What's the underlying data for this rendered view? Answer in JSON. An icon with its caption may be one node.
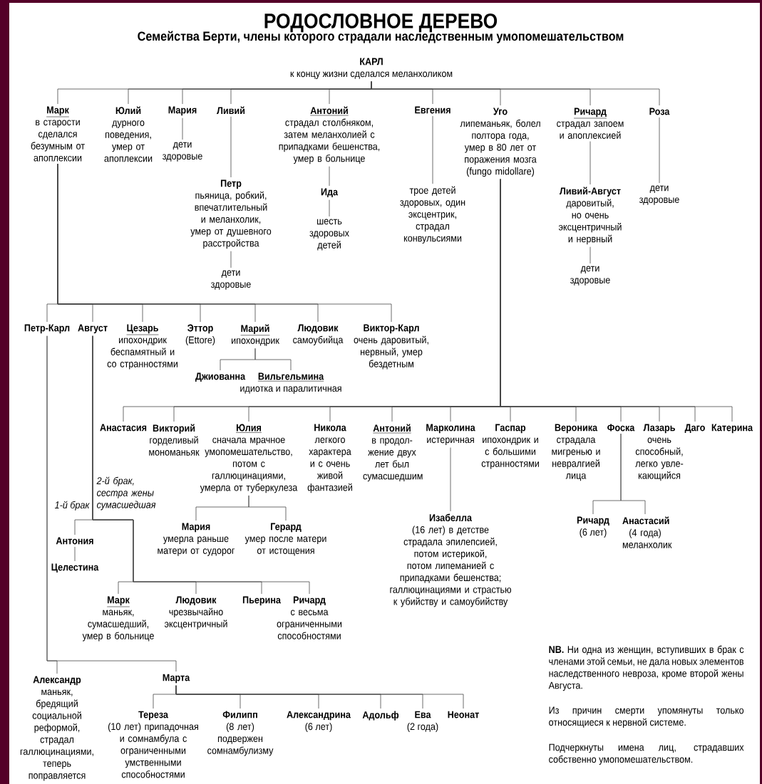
{
  "diagram": {
    "title": "РОДОСЛОВНОЕ ДЕРЕВО",
    "nodes": [
      {
        "text": [
          "КАРЛ",
          "к концу жизни сделался меланхоликом"
        ]
      },
      {
        "text": [
          "Марк",
          "в старости сделался безумным от апоплексии"
        ]
      },
      {
        "text": [
          "Юлий",
          "дурного поведения, умер от апоплексии"
        ]
      },
      {
        "text": [
          "Мария"
        ]
      },
      {
        "text": [
          "дети здоровые"
        ]
      },
      {
        "text": [
          "Ливий"
        ]
      },
      {
        "text": [
          "Петр",
          "пьяница, робкий, впечатлительный и меланхолик, умер от душевного расстройства"
        ]
      },
      {
        "text": [
          "дети здоровые"
        ]
      },
      {
        "text": [
          "Антоний",
          "страдал столбняком, затем меланхолией с припадками бешенства, умер в больнице"
        ]
      },
      {
        "text": [
          "Ида"
        ]
      },
      {
        "text": [
          "шесть здоровых детей"
        ]
      },
      {
        "text": [
          "Евгения"
        ]
      },
      {
        "text": [
          "трое детей здоровых, один эксцентрик, страдал конвульсиями"
        ]
      },
      {
        "text": [
          "Уго",
          "липеманьяк, болел полтора года, умер в 80 лет от поражения мозга (fungo midollare)"
        ]
      },
      {
        "text": [
          "Ричард",
          "страдал запоем и апоплексией"
        ]
      },
      {
        "text": [
          "Ливий-Август",
          "даровитый, но очень эксцентричный и нервный"
        ]
      },
      {
        "text": [
          "дети здоровые"
        ]
      },
      {
        "text": [
          "Роза"
        ]
      },
      {
        "text": [
          "дети здоровые"
        ]
      },
      {
        "text": [
          "Петр-Карл"
        ]
      },
      {
        "text": [
          "Август"
        ]
      },
      {
        "text": [
          "Цезарь",
          "ипохондрик беспамятный и со странностями"
        ]
      },
      {
        "text": [
          "Эттор",
          "(Ettore)"
        ]
      },
      {
        "text": [
          "Марий",
          "ипохондрик"
        ]
      },
      {
        "text": [
          "Людовик",
          "самоубийца"
        ]
      },
      {
        "text": [
          "Виктор-Карл",
          "очень даровитый, нервный, умер бездетным"
        ]
      },
      {
        "text": [
          "Джиованна"
        ]
      },
      {
        "text": [
          "Вильгельмина",
          "идиотка и паралитичная"
        ]
      },
      {
        "text": [
          "Анастасия"
        ]
      },
      {
        "text": [
          "Викторий",
          "горделивый мономаньяк"
        ]
      },
      {
        "text": [
          "Юлия",
          "сначала мрачное умопомешательство, потом с галлюцинациями, умерла от туберкулеза"
        ]
      },
      {
        "text": [
          "Никола",
          "легкого характера и с очень живой фантазией"
        ]
      },
      {
        "text": [
          "Антоний",
          "в продол- жение двух лет был сумасшедшим"
        ]
      },
      {
        "text": [
          "Марколина",
          "истеричная"
        ]
      },
      {
        "text": [
          "Гаспар",
          "ипохондрик и с большими странностями"
        ]
      },
      {
        "text": [
          "Вероника",
          "страдала мигренью и невралгией лица"
        ]
      },
      {
        "text": [
          "Фоска"
        ]
      },
      {
        "text": [
          "Лазарь",
          "очень способный, легко увле- кающийся"
        ]
      },
      {
        "text": [
          "Даго"
        ]
      },
      {
        "text": [
          "Катерина"
        ]
      },
      {
        "text": [
          "Мария",
          "умерла раньше матери от судорог"
        ]
      },
      {
        "text": [
          "Герард",
          "умер после матери от истощения"
        ]
      },
      {
        "text": [
          "Изабелла",
          "(16 лет) в детстве страдала эпилепсией, потом истерикой, потом липеманией с припадками бешенства; галлюцинациями и страстью к убийству и самоубийству"
        ]
      },
      {
        "text": [
          "Ричард",
          "(6 лет)"
        ]
      },
      {
        "text": [
          "Анастасий",
          "(4 года) меланхолик"
        ]
      },
      {
        "text": [
          "Антония"
        ]
      },
      {
        "text": [
          "Целестина"
        ]
      },
      {
        "text": [
          "Марк",
          "маньяк, сумасшедший, умер в больнице"
        ]
      },
      {
        "text": [
          "Людовик",
          "чрезвычайно эксцентричный"
        ]
      },
      {
        "text": [
          "Пьерина"
        ]
      },
      {
        "text": [
          "Ричард",
          "с весьма ограниченными способностями"
        ]
      },
      {
        "text": [
          "Александр",
          "маньяк, бредящий социальной реформой, страдал галлюцинациями, теперь поправляется"
        ]
      },
      {
        "text": [
          "Марта"
        ]
      },
      {
        "text": [
          "Тереза",
          "(10 лет) припадочная и сомнамбула с ограниченными умственными способностями"
        ]
      },
      {
        "text": [
          "Филипп",
          "(8 лет) подвержен сомнамбулизму"
        ]
      },
      {
        "text": [
          "Александрина",
          "(6 лет)"
        ]
      },
      {
        "text": [
          "Адольф"
        ]
      },
      {
        "text": [
          "Ева",
          "(2 года)"
        ]
      },
      {
        "text": [
          "Неонат"
        ]
      }
    ],
    "edges": [
      {
        "from": 0,
        "to": 1,
        "arrow": "none"
      },
      {
        "from": 0,
        "to": 2,
        "arrow": "none"
      },
      {
        "from": 0,
        "to": 3,
        "arrow": "none"
      },
      {
        "from": 0,
        "to": 5,
        "arrow": "none"
      },
      {
        "from": 0,
        "to": 8,
        "arrow": "none"
      },
      {
        "from": 0,
        "to": 11,
        "arrow": "none"
      },
      {
        "from": 0,
        "to": 13,
        "arrow": "none"
      },
      {
        "from": 0,
        "to": 14,
        "arrow": "none"
      },
      {
        "from": 0,
        "to": 17,
        "arrow": "none"
      },
      {
        "from": 3,
        "to": 4,
        "arrow": "none"
      },
      {
        "from": 5,
        "to": 6,
        "arrow": "none"
      },
      {
        "from": 6,
        "to": 7,
        "arrow": "none"
      },
      {
        "from": 8,
        "to": 9,
        "arrow": "none"
      },
      {
        "from": 9,
        "to": 10,
        "arrow": "none"
      },
      {
        "from": 11,
        "to": 12,
        "arrow": "none"
      },
      {
        "from": 14,
        "to": 15,
        "arrow": "none"
      },
      {
        "from": 15,
        "to": 16,
        "arrow": "none"
      },
      {
        "from": 17,
        "to": 18,
        "arrow": "none"
      },
      {
        "from": 1,
        "to": 19,
        "arrow": "none"
      },
      {
        "from": 1,
        "to": 20,
        "arrow": "none"
      },
      {
        "from": 1,
        "to": 21,
        "arrow": "none"
      },
      {
        "from": 1,
        "to": 22,
        "arrow": "none"
      },
      {
        "from": 1,
        "to": 23,
        "arrow": "none"
      },
      {
        "from": 1,
        "to": 24,
        "arrow": "none"
      },
      {
        "from": 1,
        "to": 25,
        "arrow": "none"
      },
      {
        "from": 23,
        "to": 26,
        "arrow": "none"
      },
      {
        "from": 23,
        "to": 27,
        "arrow": "none"
      },
      {
        "from": 13,
        "to": 28,
        "arrow": "none"
      },
      {
        "from": 13,
        "to": 29,
        "arrow": "none"
      },
      {
        "from": 13,
        "to": 30,
        "arrow": "none"
      },
      {
        "from": 13,
        "to": 31,
        "arrow": "none"
      },
      {
        "from": 13,
        "to": 32,
        "arrow": "none"
      },
      {
        "from": 13,
        "to": 33,
        "arrow": "none"
      },
      {
        "from": 13,
        "to": 34,
        "arrow": "none"
      },
      {
        "from": 13,
        "to": 35,
        "arrow": "none"
      },
      {
        "from": 13,
        "to": 36,
        "arrow": "none"
      },
      {
        "from": 13,
        "to": 37,
        "arrow": "none"
      },
      {
        "from": 13,
        "to": 38,
        "arrow": "none"
      },
      {
        "from": 13,
        "to": 39,
        "arrow": "none"
      },
      {
        "from": 30,
        "to": 40,
        "arrow": "none"
      },
      {
        "from": 30,
        "to": 41,
        "arrow": "none"
      },
      {
        "from": 33,
        "to": 42,
        "arrow": "none"
      },
      {
        "from": 36,
        "to": 43,
        "arrow": "none"
      },
      {
        "from": 36,
        "to": 44,
        "arrow": "none"
      },
      {
        "from": 20,
        "to": 45,
        "arrow": "none"
      },
      {
        "from": 45,
        "to": 46,
        "arrow": "none"
      },
      {
        "from": 20,
        "to": 47,
        "arrow": "none"
      },
      {
        "from": 20,
        "to": 48,
        "arrow": "none"
      },
      {
        "from": 20,
        "to": 49,
        "arrow": "none"
      },
      {
        "from": 20,
        "to": 50,
        "arrow": "none"
      },
      {
        "from": 19,
        "to": 51,
        "arrow": "none"
      },
      {
        "from": 19,
        "to": 52,
        "arrow": "none"
      },
      {
        "from": 52,
        "to": 53,
        "arrow": "none"
      },
      {
        "from": 52,
        "to": 54,
        "arrow": "none"
      },
      {
        "from": 52,
        "to": 55,
        "arrow": "none"
      },
      {
        "from": 52,
        "to": 56,
        "arrow": "none"
      },
      {
        "from": 52,
        "to": 57,
        "arrow": "none"
      },
      {
        "from": 52,
        "to": 58,
        "arrow": "none"
      }
    ],
    "labels": [
      "Семейства Берти, члены которого страдали наследственным умопомешательством",
      "2-й брак, сестра жены сумасшедшая",
      "1-й брак",
      "**NB.** Ни одна из женщин, вступивших в брак с членами этой семьи, не дала новых элементов наследственного невроза, кроме второй жены Августа.",
      "Из причин смерти упомянуты только относящиеся к нервной системе.",
      "Подчеркнуты имена лиц, страдавших собственно умопомешательством."
    ]
  }
}
